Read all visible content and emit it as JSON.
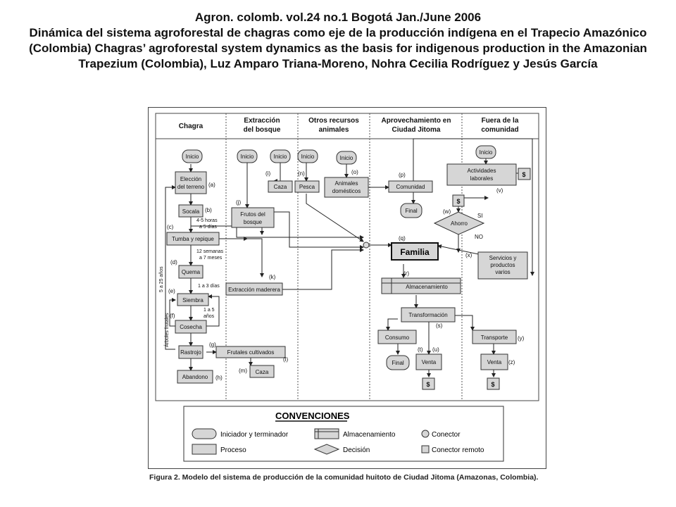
{
  "header": {
    "journal": "Agron. colomb. vol.24 no.1 Bogotá Jan./June 2006",
    "title": "Dinámica del sistema agroforestal de chagras como eje de la producción indígena en el Trapecio Amazónico (Colombia) Chagras’ agroforestal system dynamics as the basis for indigenous production in the Amazonian Trapezium (Colombia), Luz Amparo Triana-Moreno, Nohra Cecilia Rodríguez y Jesús García"
  },
  "columns": {
    "chagra": "Chagra",
    "extraccion_1": "Extracción",
    "extraccion_2": "del bosque",
    "recursos_1": "Otros recursos",
    "recursos_2": "animales",
    "aprovech_1": "Aprovechamiento en",
    "aprovech_2": "Ciudad Jitoma",
    "fuera_1": "Fuera de la",
    "fuera_2": "comunidad"
  },
  "nodes": {
    "inicio": "Inicio",
    "final": "Final",
    "eleccion_1": "Elección",
    "eleccion_2": "del terreno",
    "socala": "Socala",
    "tumba": "Tumba y repique",
    "quema": "Quema",
    "siembra": "Siembra",
    "cosecha": "Cosecha",
    "rastrojo": "Rastrojo",
    "abandono": "Abandono",
    "frutos_1": "Frutos del",
    "frutos_2": "bosque",
    "extraccion_maderera": "Extracción maderera",
    "caza": "Caza",
    "pesca": "Pesca",
    "animales_1": "Animales",
    "animales_2": "domésticos",
    "comunidad": "Comunidad",
    "familia": "Familia",
    "almacenamiento": "Almacenamiento",
    "transformacion": "Transformación",
    "consumo": "Consumo",
    "venta": "Venta",
    "transporte": "Transporte",
    "frutales": "Frutales cultivados",
    "actividades_1": "Actividades",
    "actividades_2": "laborales",
    "ahorro": "Ahorro",
    "servicios_1": "Servicios y",
    "servicios_2": "productos",
    "servicios_3": "varios",
    "dollar": "$",
    "si": "SI",
    "no": "NO"
  },
  "annotations": {
    "horas_1": "4-5 horas",
    "horas_2": "a 5 días",
    "semanas_1": "12 semanas",
    "semanas_2": "a 7 meses",
    "dias": "1 a 3 días",
    "anos_1": "1 a 5",
    "anos_2": "años",
    "anos_25": "5 a 25 años",
    "arboles": "Árboles frutales"
  },
  "letters": {
    "a": "(a)",
    "b": "(b)",
    "c": "(c)",
    "d": "(d)",
    "e": "(e)",
    "f": "(f)",
    "g": "(g)",
    "h": "(h)",
    "i": "(i)",
    "j": "(j)",
    "k": "(k)",
    "l": "(l)",
    "m": "(m)",
    "n": "(n)",
    "o": "(o)",
    "p": "(p)",
    "q": "(q)",
    "r": "(r)",
    "s": "(s)",
    "t": "(t)",
    "u": "(u)",
    "v": "(v)",
    "w": "(w)",
    "x": "(x)",
    "y": "(y)",
    "z": "(z)"
  },
  "legend": {
    "title": "CONVENCIONES",
    "iniciador": "Iniciador y terminador",
    "almacenamiento": "Almacenamiento",
    "conector": "Conector",
    "proceso": "Proceso",
    "decision": "Decisión",
    "conector_remoto": "Conector remoto"
  },
  "caption": "Figura 2. Modelo del sistema de producción de la comunidad huitoto de Ciudad Jitoma (Amazonas, Colombia).",
  "colors": {
    "node_fill": "#d6d6d6",
    "stroke": "#333333",
    "bg": "#ffffff"
  }
}
